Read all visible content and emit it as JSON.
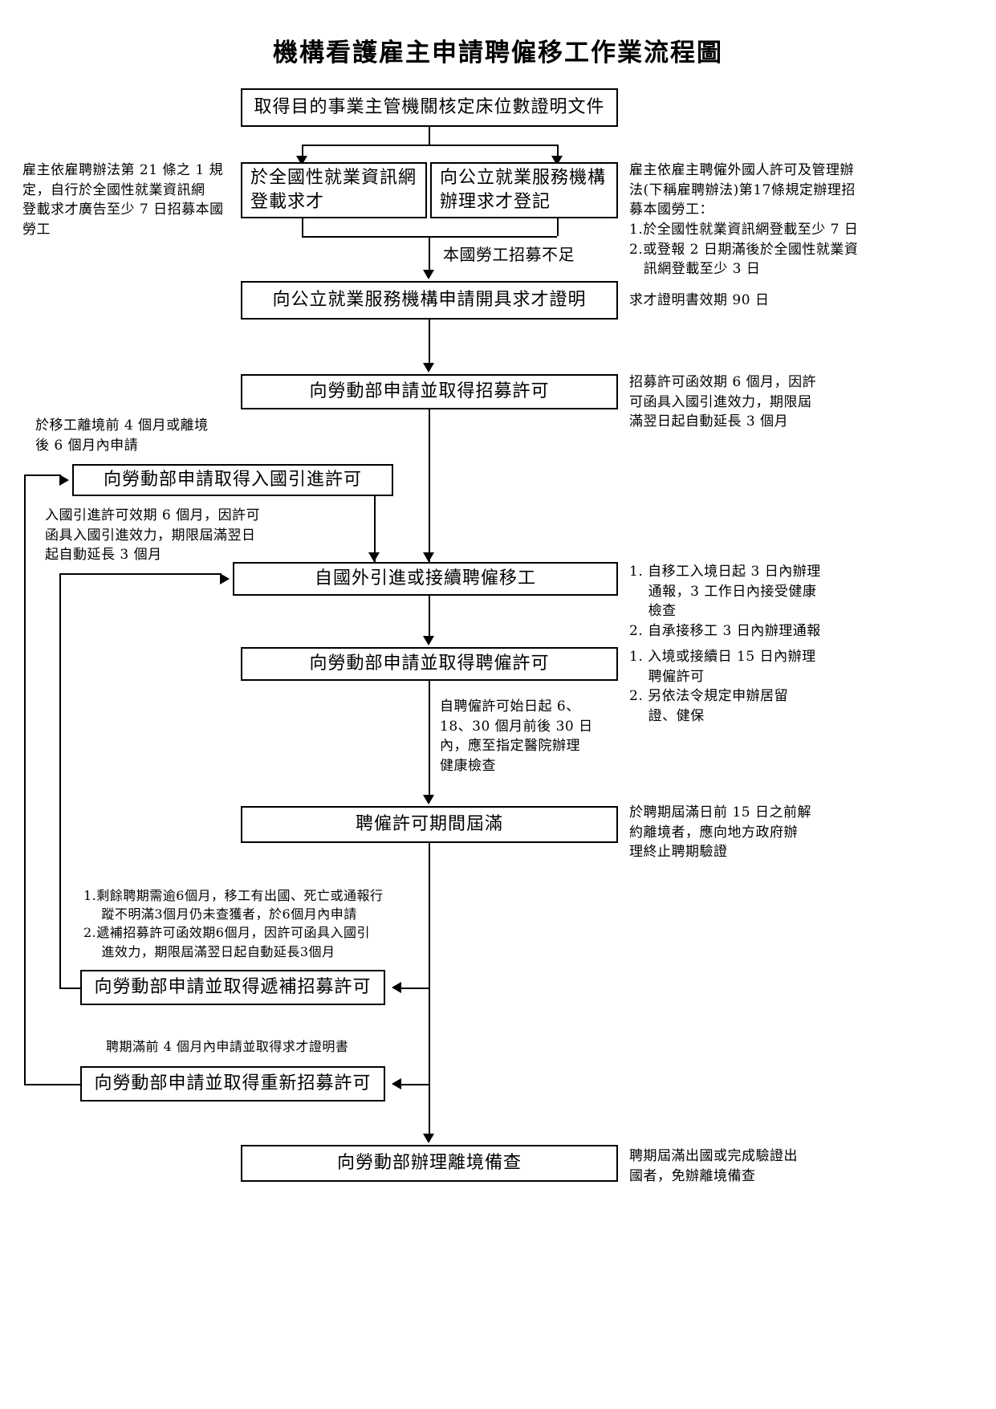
{
  "title": "機構看護雇主申請聘僱移工作業流程圖",
  "nodes": {
    "n1": "取得目的事業主管機關核定床位數證明文件",
    "n2a": "於全國性就業資訊網登載求才",
    "n2b": "向公立就業服務機構辦理求才登記",
    "n3": "向公立就業服務機構申請開具求才證明",
    "n4": "向勞動部申請並取得招募許可",
    "n5": "向勞動部申請取得入國引進許可",
    "n6": "自國外引進或接續聘僱移工",
    "n7": "向勞動部申請並取得聘僱許可",
    "n8": "聘僱許可期間屆滿",
    "n9": "向勞動部申請並取得遞補招募許可",
    "n10": "向勞動部申請並取得重新招募許可",
    "n11": "向勞動部辦理離境備查"
  },
  "edge_labels": {
    "shortage": "本國勞工招募不足"
  },
  "notes": {
    "left_top": "雇主依雇聘辦法第 21 條之 1 規\n定，自行於全國性就業資訊網\n登載求才廣告至少 7 日招募本國\n勞工",
    "right_top": "雇主依雇主聘僱外國人許可及管理辦\n法(下稱雇聘辦法)第17條規定辦理招\n募本國勞工：\n1.於全國性就業資訊網登載至少 7 日\n2.或登報 2 日期滿後於全國性就業資\n   訊網登載至少 3 日",
    "right_cert": "求才證明書效期 90 日",
    "right_recruit": "招募許可函效期 6 個月，因許\n可函具入國引進效力，期限屆\n滿翌日起自動延長 3 個月",
    "left_entry": "於移工離境前 4 個月或離境\n後 6 個月內申請",
    "left_entry_detail": "入國引進許可效期 6 個月，因許可\n函具入國引進效力，期限屆滿翌日\n起自動延長 3 個月",
    "right_intro": "1. 自移工入境日起 3 日內辦理\n    通報，3 工作日內接受健康\n    檢查\n2. 自承接移工 3 日內辦理通報",
    "right_employ": "1. 入境或接續日 15 日內辦理\n    聘僱許可\n2. 另依法令規定申辦居留\n    證、健保",
    "center_health": "自聘僱許可始日起 6、\n18、30 個月前後 30 日\n內，應至指定醫院辦理\n健康檢查",
    "right_expire": "於聘期屆滿日前 15 日之前解\n約離境者，應向地方政府辦\n理終止聘期驗證",
    "left_replace": "1.剩餘聘期需逾6個月，移工有出國、死亡或通報行\n    蹤不明滿3個月仍未查獲者，於6個月內申請\n2.遞補招募許可函效期6個月，因許可函具入國引\n    進效力，期限屆滿翌日起自動延長3個月",
    "left_renew": "聘期滿前 4 個月內申請並取得求才證明書",
    "right_exit": "聘期屆滿出國或完成驗證出\n國者，免辦離境備查"
  }
}
